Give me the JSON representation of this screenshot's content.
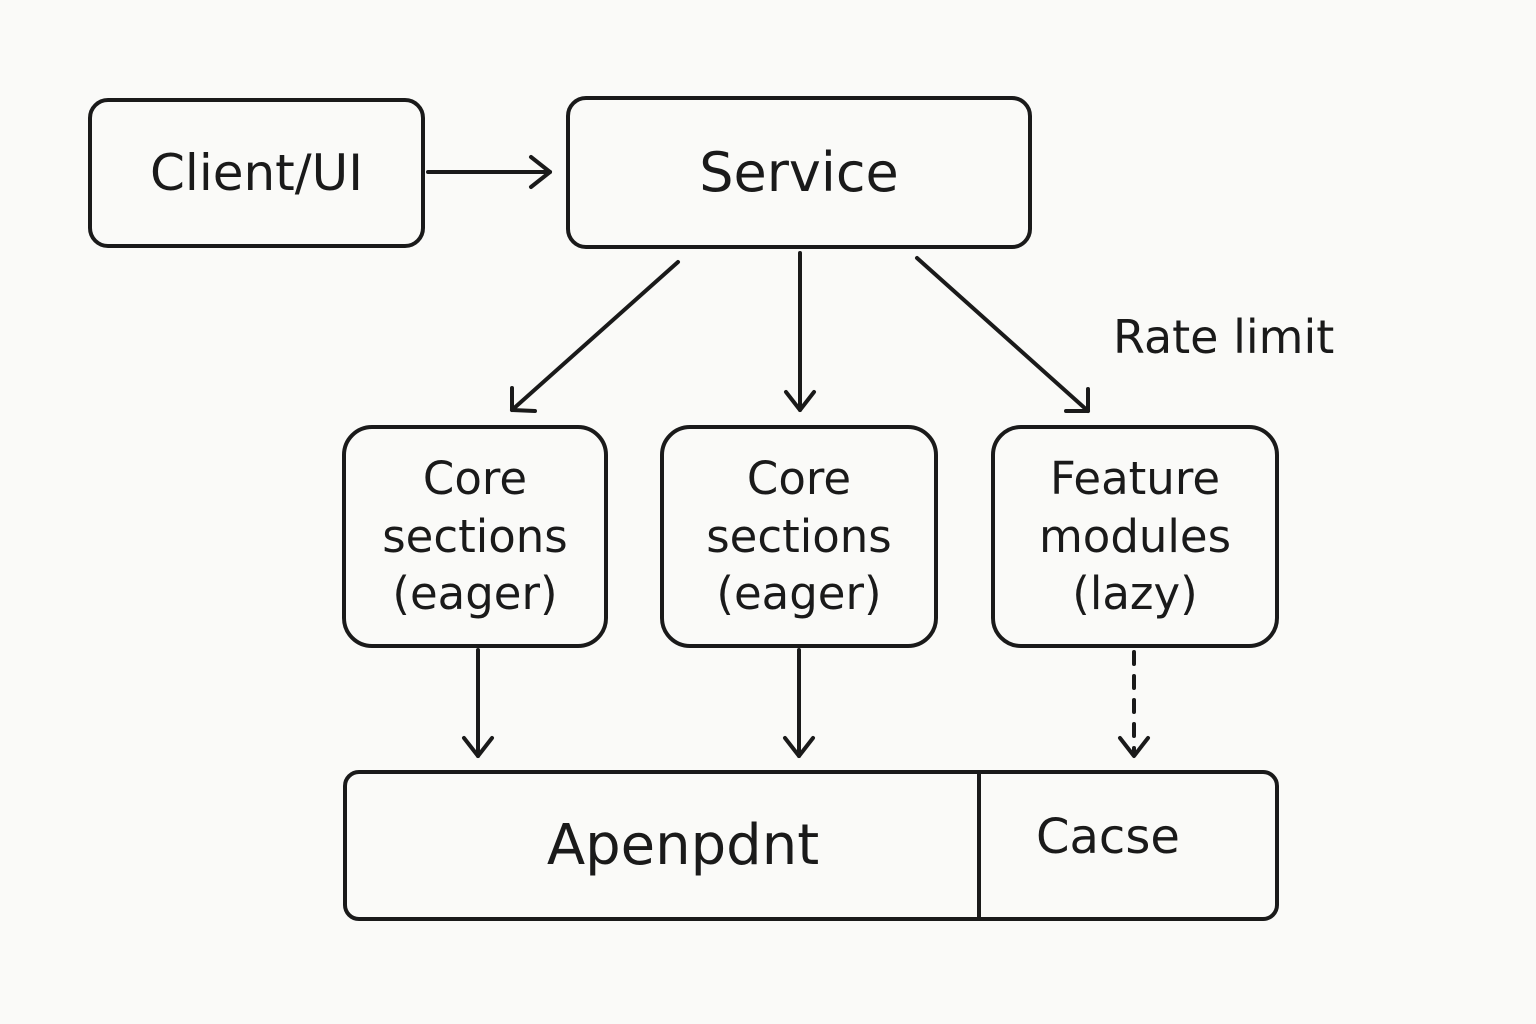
{
  "nodes": {
    "client": "Client/UI",
    "service": "Service",
    "core_left": "Core\nsections\n(eager)",
    "core_middle": "Core\nsections\n(eager)",
    "feature": "Feature\nmodules\n(lazy)",
    "bottom_left": "Apenpdnt",
    "bottom_right": "Cacse"
  },
  "annotations": {
    "rate_limit": "Rate limit"
  },
  "colors": {
    "stroke": "#1a1a1a",
    "background": "#fafaf8"
  }
}
